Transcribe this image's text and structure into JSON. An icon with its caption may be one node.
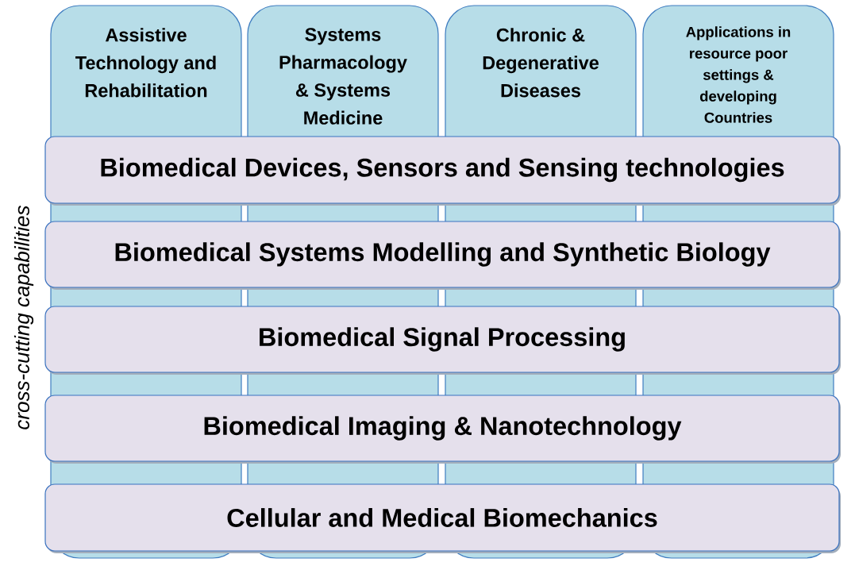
{
  "diagram": {
    "nodes": [
      {
        "text": [
          "Assistive Technology and Rehabilitation"
        ]
      },
      {
        "text": [
          "Systems Pharmacology & Systems Medicine"
        ]
      },
      {
        "text": [
          "Chronic & Degenerative Diseases"
        ]
      },
      {
        "text": [
          "Applications in resource poor settings & developing Countries"
        ]
      },
      {
        "text": [
          "Biomedical Devices, Sensors and Sensing technologies"
        ]
      },
      {
        "text": [
          "Biomedical Systems Modelling and Synthetic Biology"
        ]
      },
      {
        "text": [
          "Biomedical Signal Processing"
        ]
      },
      {
        "text": [
          "Biomedical Imaging & Nanotechnology"
        ]
      },
      {
        "text": [
          "Cellular and Medical Biomechanics"
        ]
      }
    ],
    "labels": [
      "cross-cutting capabilities"
    ]
  }
}
